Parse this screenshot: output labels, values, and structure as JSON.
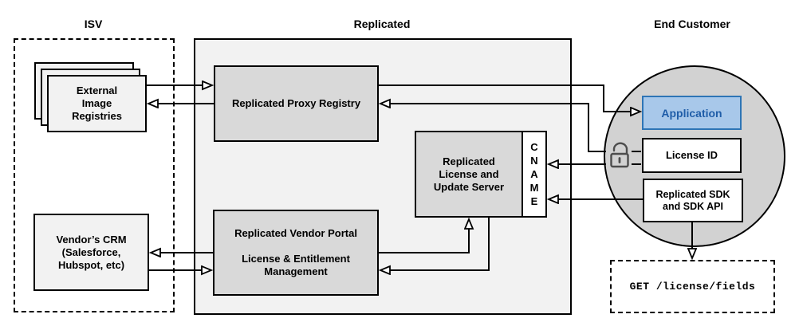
{
  "headers": {
    "isv": "ISV",
    "replicated": "Replicated",
    "end_customer": "End Customer"
  },
  "isv": {
    "registries_label": "External\nImage\nRegistries",
    "crm_label": "Vendor’s CRM\n(Salesforce,\nHubspot, etc)"
  },
  "replicated": {
    "proxy_registry_label": "Replicated Proxy Registry",
    "license_server_label": "Replicated\nLicense and\nUpdate Server",
    "cname_label": "C\nN\nA\nM\nE",
    "vendor_portal_label": "Replicated Vendor Portal\n\nLicense & Entitlement\nManagement"
  },
  "end_customer": {
    "application_label": "Application",
    "license_id_label": "License ID",
    "sdk_label": "Replicated SDK\nand SDK API",
    "get_request_label": "GET /license/fields"
  },
  "icons": {
    "open_padlock": "open-padlock"
  },
  "colors": {
    "outer_gray": "#f2f2f2",
    "inner_gray": "#d9d9d9",
    "circle_gray": "#d2d2d2",
    "light_gray": "#f2f2f2",
    "app_fill": "#a8c8ea",
    "app_border": "#2e75b6",
    "app_text": "#1f5da8",
    "line": "#000000"
  }
}
